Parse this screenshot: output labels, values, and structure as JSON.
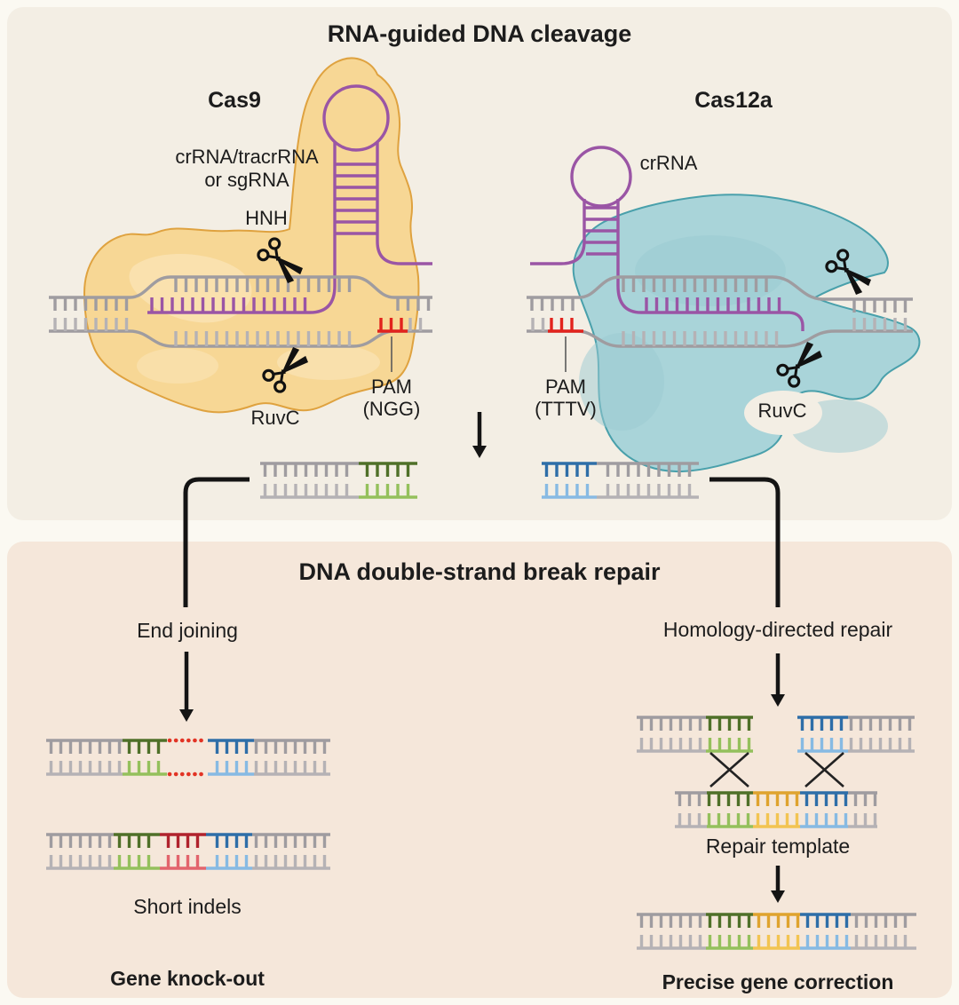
{
  "colors": {
    "page_bg": "#fbf9f2",
    "panel_top_bg": "#f3eee4",
    "panel_bottom_bg": "#f5e7da",
    "text": "#1c1c1c",
    "connector": "#141414",
    "scissors": "#111111",
    "pointer_line": "#5a5a5a",
    "dna_gray_dark": "#9f9ca0",
    "dna_gray_light": "#b5b2b5",
    "green_dark": "#4f7029",
    "green_light": "#94c05c",
    "blue_dark": "#2e6ea8",
    "blue_light": "#87bae3",
    "red_dark": "#b0232d",
    "red_light": "#e2646c",
    "red_dotted": "#e23425",
    "pam_red": "#e2231d",
    "yellow_dark": "#dfa32f",
    "yellow_light": "#f2c452",
    "rna_purple": "#9a55a5",
    "cas9_fill": "#f7d795",
    "cas9_stroke": "#dfa23f",
    "cas9_patch": "#fae3b4",
    "cas12a_fill": "#a9d4d9",
    "cas12a_stroke": "#49a0ab",
    "cas12a_patch": "#9bcad1"
  },
  "top": {
    "title": "RNA-guided DNA cleavage",
    "cas9": {
      "name": "Cas9",
      "rna_label_1": "crRNA/tracrRNA",
      "rna_label_2": "or sgRNA",
      "hnh_label": "HNH",
      "ruvc_label": "RuvC",
      "pam_label_1": "PAM",
      "pam_label_2": "(NGG)"
    },
    "cas12a": {
      "name": "Cas12a",
      "rna_label": "crRNA",
      "pam_label_1": "PAM",
      "pam_label_2": "(TTTV)",
      "ruvc_label": "RuvC"
    }
  },
  "bottom": {
    "title": "DNA double-strand break repair",
    "end_joining": {
      "pathway": "End joining",
      "result": "Short indels",
      "outcome": "Gene knock-out"
    },
    "hdr": {
      "pathway": "Homology-directed repair",
      "template_label": "Repair template",
      "outcome": "Precise gene correction"
    }
  }
}
